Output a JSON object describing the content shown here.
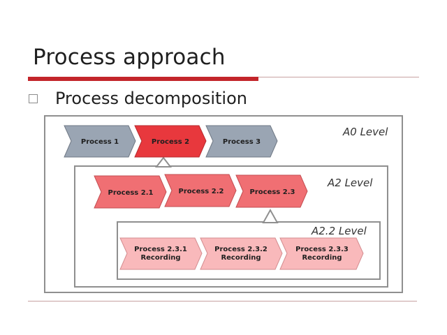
{
  "slide": {
    "title": "Process approach",
    "subtitle": "Process decomposition"
  },
  "levels": {
    "a0": "A0 Level",
    "a2": "A2 Level",
    "a22": "A2.2 Level"
  },
  "a0_processes": [
    "Process 1",
    "Process 2",
    "Process 3"
  ],
  "a2_processes": [
    "Process 2.1",
    "Process 2.2",
    "Process 2.3"
  ],
  "a22_processes": [
    {
      "line1": "Process 2.3.1",
      "line2": "Recording"
    },
    {
      "line1": "Process 2.3.2",
      "line2": "Recording"
    },
    {
      "line1": "Process 2.3.3",
      "line2": "Recording"
    }
  ],
  "colors": {
    "grey_step": "#9aa5b3",
    "red_step": "#e8383d",
    "pink_step": "#f06f73",
    "light_pink_step": "#f9b9bb",
    "frame": "#8f8f8f"
  }
}
